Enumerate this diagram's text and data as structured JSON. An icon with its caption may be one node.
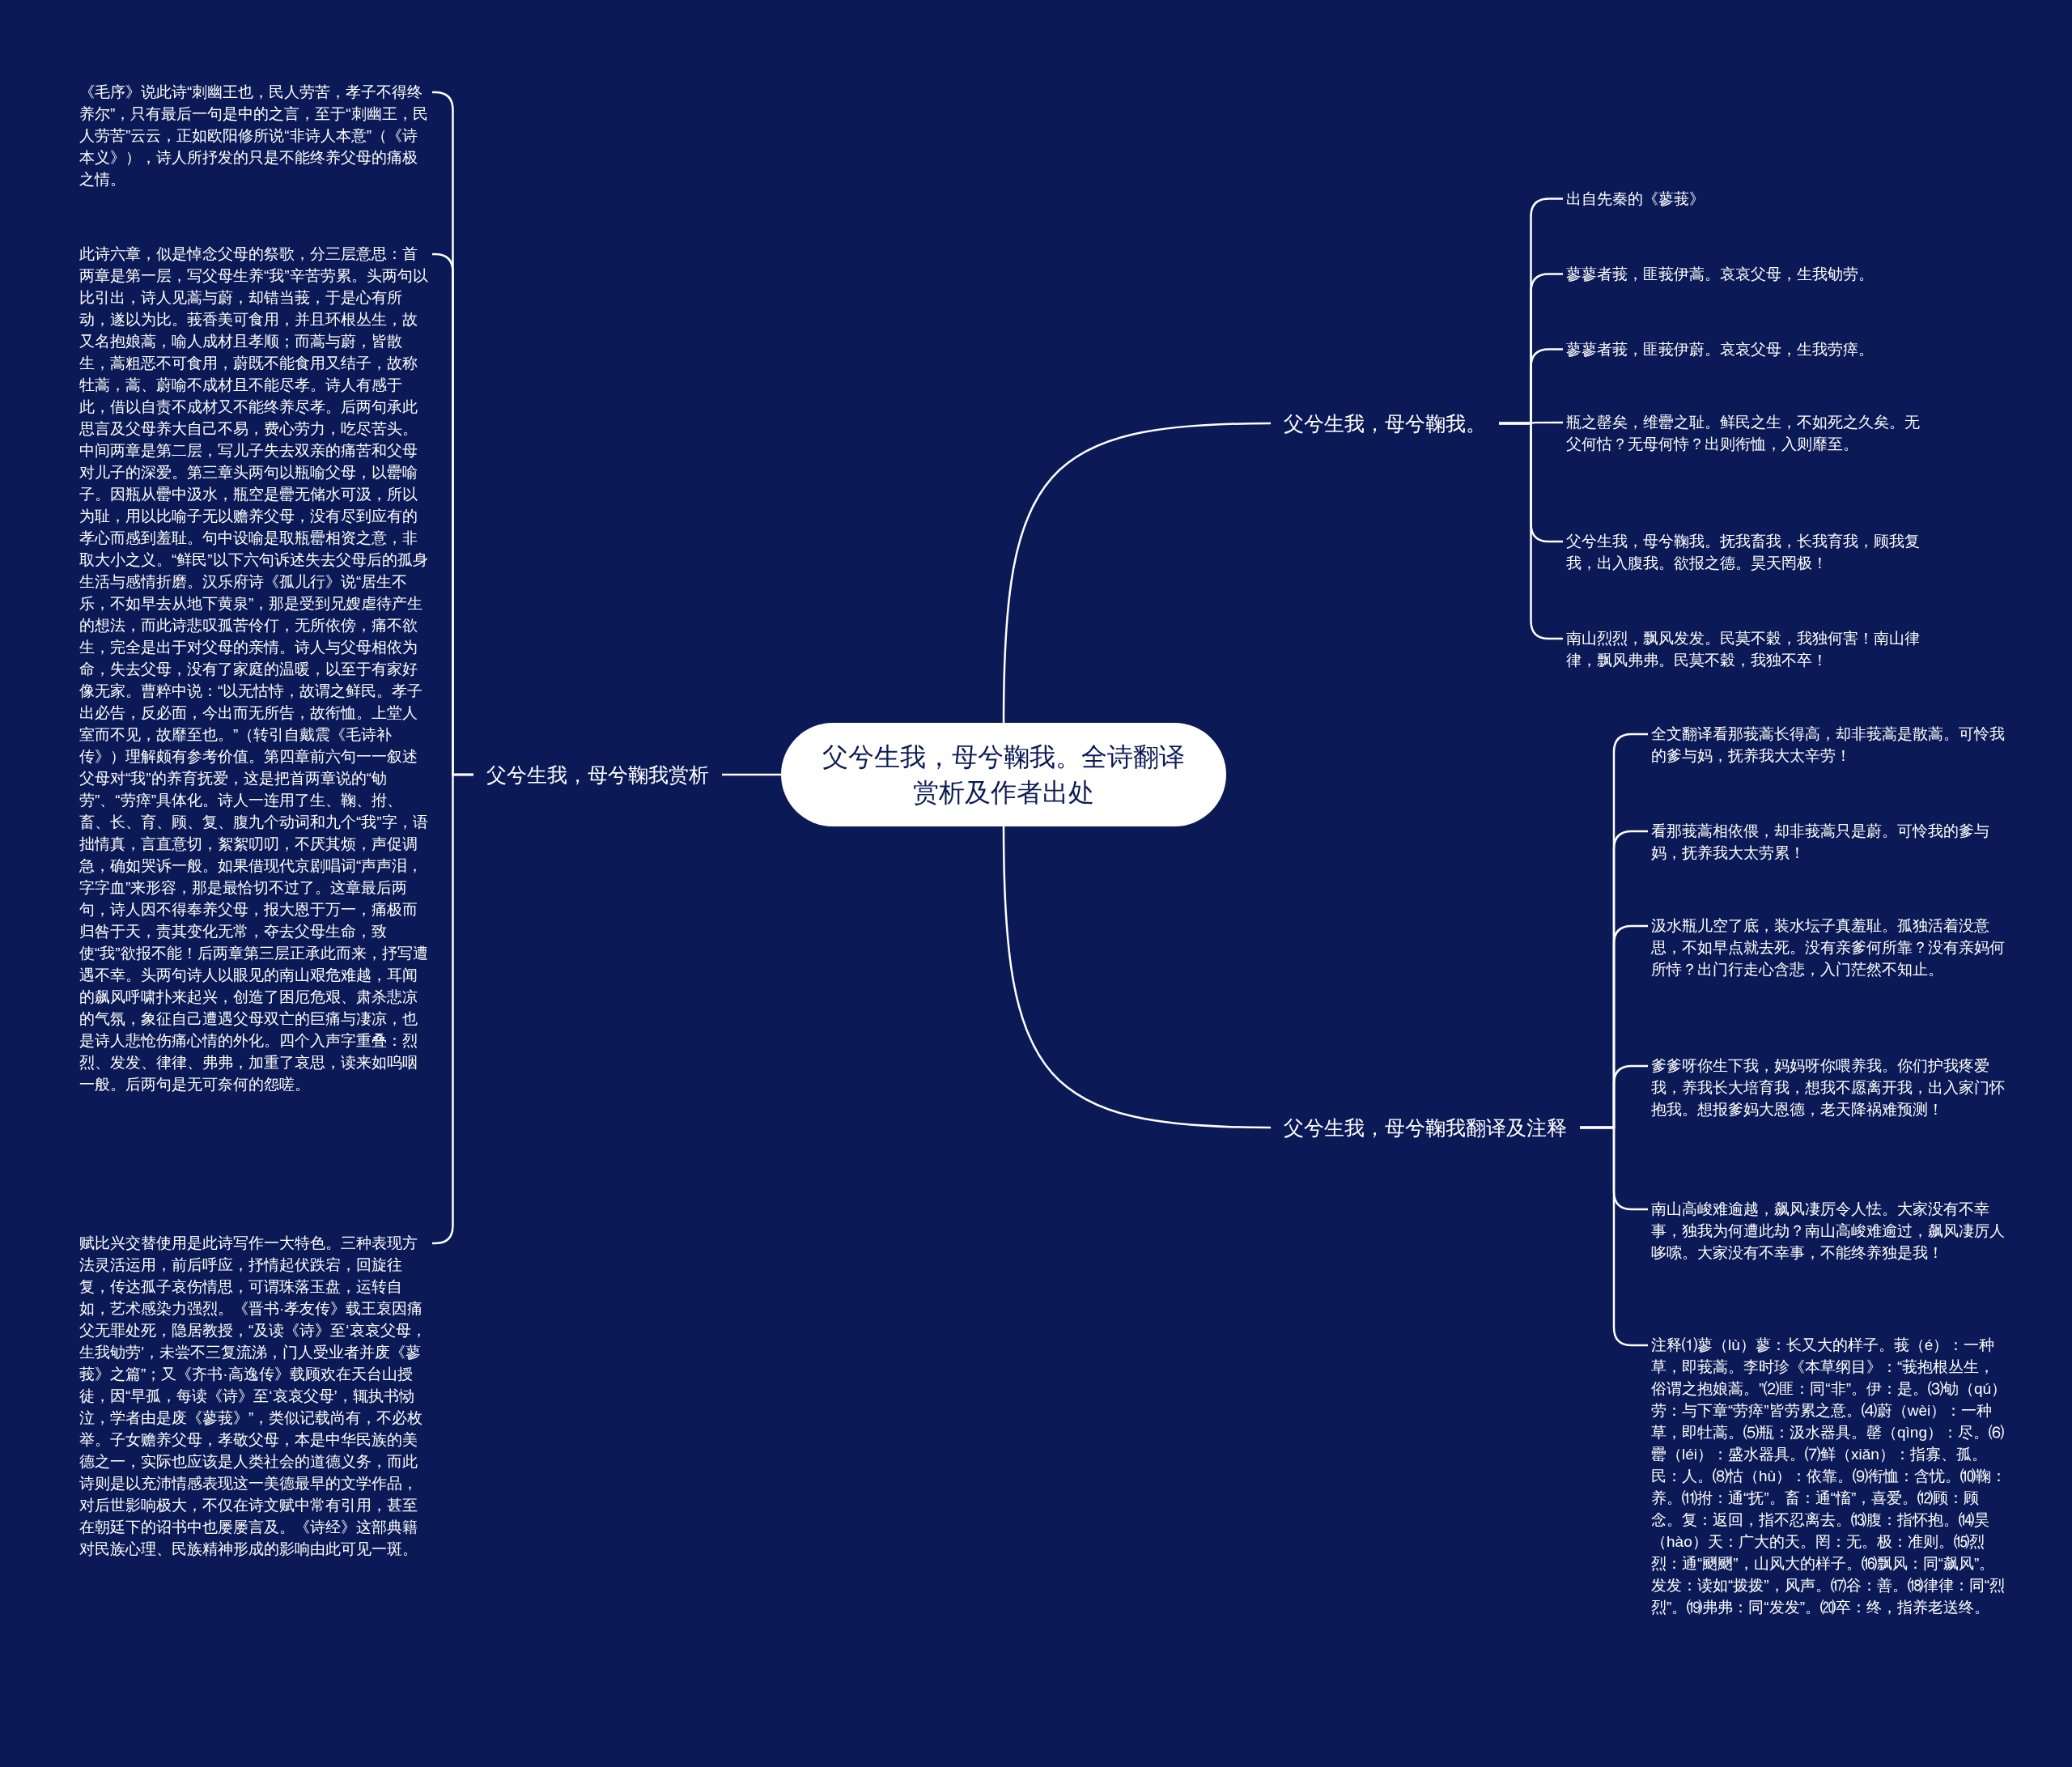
{
  "diagram": {
    "nodes": [
      {
        "text": [
          "父兮生我，母兮鞠我。全诗翻译赏析及作者出处"
        ]
      },
      {
        "text": [
          "父兮生我，母兮鞠我。"
        ]
      },
      {
        "text": [
          "出自先秦的《蓼莪》"
        ]
      },
      {
        "text": [
          "蓼蓼者莪，匪莪伊蒿。哀哀父母，生我劬劳。"
        ]
      },
      {
        "text": [
          "蓼蓼者莪，匪莪伊蔚。哀哀父母，生我劳瘁。"
        ]
      },
      {
        "text": [
          "瓶之罄矣，维罍之耻。鲜民之生，不如死之久矣。无父何怙？无母何恃？出则衔恤，入则靡至。"
        ]
      },
      {
        "text": [
          "父兮生我，母兮鞠我。抚我畜我，长我育我，顾我复我，出入腹我。欲报之德。昊天罔极！"
        ]
      },
      {
        "text": [
          "南山烈烈，飘风发发。民莫不穀，我独何害！南山律律，飘风弗弗。民莫不穀，我独不卒！"
        ]
      },
      {
        "text": [
          "父兮生我，母兮鞠我翻译及注释"
        ]
      },
      {
        "text": [
          "全文翻译看那莪蒿长得高，却非莪蒿是散蒿。可怜我的爹与妈，抚养我大太辛劳！"
        ]
      },
      {
        "text": [
          "看那莪蒿相依偎，却非莪蒿只是蔚。可怜我的爹与妈，抚养我大太劳累！"
        ]
      },
      {
        "text": [
          "汲水瓶儿空了底，装水坛子真羞耻。孤独活着没意思，不如早点就去死。没有亲爹何所靠？没有亲妈何所恃？出门行走心含悲，入门茫然不知止。"
        ]
      },
      {
        "text": [
          "爹爹呀你生下我，妈妈呀你喂养我。你们护我疼爱我，养我长大培育我，想我不愿离开我，出入家门怀抱我。想报爹妈大恩德，老天降祸难预测！"
        ]
      },
      {
        "text": [
          "南山高峻难逾越，飙风凄厉令人怯。大家没有不幸事，独我为何遭此劫？南山高峻难逾过，飙风凄厉人哆嗦。大家没有不幸事，不能终养独是我！"
        ]
      },
      {
        "text": [
          "注释⑴蓼（lù）蓼：长又大的样子。莪（é）：一种草，即莪蒿。李时珍《本草纲目》：“莪抱根丛生，俗谓之抱娘蒿。”⑵匪：同“非”。伊：是。⑶劬（qú）劳：与下章“劳瘁”皆劳累之意。⑷蔚（wèi）：一种草，即牡蒿。⑸瓶：汲水器具。罄（qìng）：尽。⑹罍（léi）：盛水器具。⑺鲜（xiǎn）：指寡、孤。民：人。⑻怙（hù）：依靠。⑼衔恤：含忧。⑽鞠：养。⑾拊：通“抚”。畜：通“慉”，喜爱。⑿顾：顾念。复：返回，指不忍离去。⒀腹：指怀抱。⒁昊（hào）天：广大的天。罔：无。极：准则。⒂烈烈：通“颲颲”，山风大的样子。⒃飘风：同“飙风”。发发：读如“拨拨”，风声。⒄谷：善。⒅律律：同“烈烈”。⒆弗弗：同“发发”。⒇卒：终，指养老送终。"
        ]
      },
      {
        "text": [
          "父兮生我，母兮鞠我赏析"
        ]
      },
      {
        "text": [
          "《毛序》说此诗“刺幽王也，民人劳苦，孝子不得终养尔”，只有最后一句是中的之言，至于“刺幽王，民人劳苦”云云，正如欧阳修所说“非诗人本意”（《诗本义》），诗人所抒发的只是不能终养父母的痛极之情。"
        ]
      },
      {
        "text": [
          "此诗六章，似是悼念父母的祭歌，分三层意思：首两章是第一层，写父母生养“我”辛苦劳累。头两句以比引出，诗人见蒿与蔚，却错当莪，于是心有所动，遂以为比。莪香美可食用，并且环根丛生，故又名抱娘蒿，喻人成材且孝顺；而蒿与蔚，皆散生，蒿粗恶不可食用，蔚既不能食用又结子，故称牡蒿，蒿、蔚喻不成材且不能尽孝。诗人有感于此，借以自责不成材又不能终养尽孝。后两句承此思言及父母养大自己不易，费心劳力，吃尽苦头。中间两章是第二层，写儿子失去双亲的痛苦和父母对儿子的深爱。第三章头两句以瓶喻父母，以罍喻子。因瓶从罍中汲水，瓶空是罍无储水可汲，所以为耻，用以比喻子无以赡养父母，没有尽到应有的孝心而感到羞耻。句中设喻是取瓶罍相资之意，非取大小之义。“鲜民”以下六句诉述失去父母后的孤身生活与感情折磨。汉乐府诗《孤儿行》说“居生不乐，不如早去从地下黄泉”，那是受到兄嫂虐待产生的想法，而此诗悲叹孤苦伶仃，无所依傍，痛不欲生，完全是出于对父母的亲情。诗人与父母相依为命，失去父母，没有了家庭的温暖，以至于有家好像无家。曹粹中说：“以无怙恃，故谓之鲜民。孝子出必告，反必面，今出而无所告，故衔恤。上堂人室而不见，故靡至也。”（转引自戴震《毛诗补传》）理解颇有参考价值。第四章前六句一一叙述父母对“我”的养育抚爱，这是把首两章说的“劬劳”、“劳瘁”具体化。诗人一连用了生、鞠、拊、畜、长、育、顾、复、腹九个动词和九个“我”字，语拙情真，言直意切，絮絮叨叨，不厌其烦，声促调急，确如哭诉一般。如果借现代京剧唱词“声声泪，字字血”来形容，那是最恰切不过了。这章最后两句，诗人因不得奉养父母，报大恩于万一，痛极而归咎于天，责其变化无常，夺去父母生命，致使“我”欲报不能！后两章第三层正承此而来，抒写遭遇不幸。头两句诗人以眼见的南山艰危难越，耳闻的飙风呼啸扑来起兴，创造了困厄危艰、肃杀悲凉的气氛，象征自己遭遇父母双亡的巨痛与凄凉，也是诗人悲怆伤痛心情的外化。四个入声字重叠：烈烈、发发、律律、弗弗，加重了哀思，读来如呜咽一般。后两句是无可奈何的怨嗟。"
        ]
      },
      {
        "text": [
          "赋比兴交替使用是此诗写作一大特色。三种表现方法灵活运用，前后呼应，抒情起伏跌宕，回旋往复，传达孤子哀伤情思，可谓珠落玉盘，运转自如，艺术感染力强烈。《晋书·孝友传》载王裒因痛父无罪处死，隐居教授，“及读《诗》至‘哀哀父母，生我劬劳’，未尝不三复流涕，门人受业者并废《蓼莪》之篇”；又《齐书·高逸传》载顾欢在天台山授徒，因“早孤，每读《诗》至‘哀哀父母’，辄执书恸泣，学者由是废《蓼莪》”，类似记载尚有，不必枚举。子女赡养父母，孝敬父母，本是中华民族的美德之一，实际也应该是人类社会的道德义务，而此诗则是以充沛情感表现这一美德最早的文学作品，对后世影响极大，不仅在诗文赋中常有引用，甚至在朝廷下的诏书中也屡屡言及。《诗经》这部典籍对民族心理、民族精神形成的影响由此可见一斑。"
        ]
      }
    ],
    "edges": [
      {
        "from": 0,
        "to": 1,
        "arrow": "none"
      },
      {
        "from": 1,
        "to": 2,
        "arrow": "none"
      },
      {
        "from": 1,
        "to": 3,
        "arrow": "none"
      },
      {
        "from": 1,
        "to": 4,
        "arrow": "none"
      },
      {
        "from": 1,
        "to": 5,
        "arrow": "none"
      },
      {
        "from": 1,
        "to": 6,
        "arrow": "none"
      },
      {
        "from": 1,
        "to": 7,
        "arrow": "none"
      },
      {
        "from": 0,
        "to": 8,
        "arrow": "none"
      },
      {
        "from": 8,
        "to": 9,
        "arrow": "none"
      },
      {
        "from": 8,
        "to": 10,
        "arrow": "none"
      },
      {
        "from": 8,
        "to": 11,
        "arrow": "none"
      },
      {
        "from": 8,
        "to": 12,
        "arrow": "none"
      },
      {
        "from": 8,
        "to": 13,
        "arrow": "none"
      },
      {
        "from": 8,
        "to": 14,
        "arrow": "none"
      },
      {
        "from": 0,
        "to": 15,
        "arrow": "none"
      },
      {
        "from": 15,
        "to": 16,
        "arrow": "none"
      },
      {
        "from": 15,
        "to": 17,
        "arrow": "none"
      },
      {
        "from": 15,
        "to": 18,
        "arrow": "none"
      }
    ]
  }
}
